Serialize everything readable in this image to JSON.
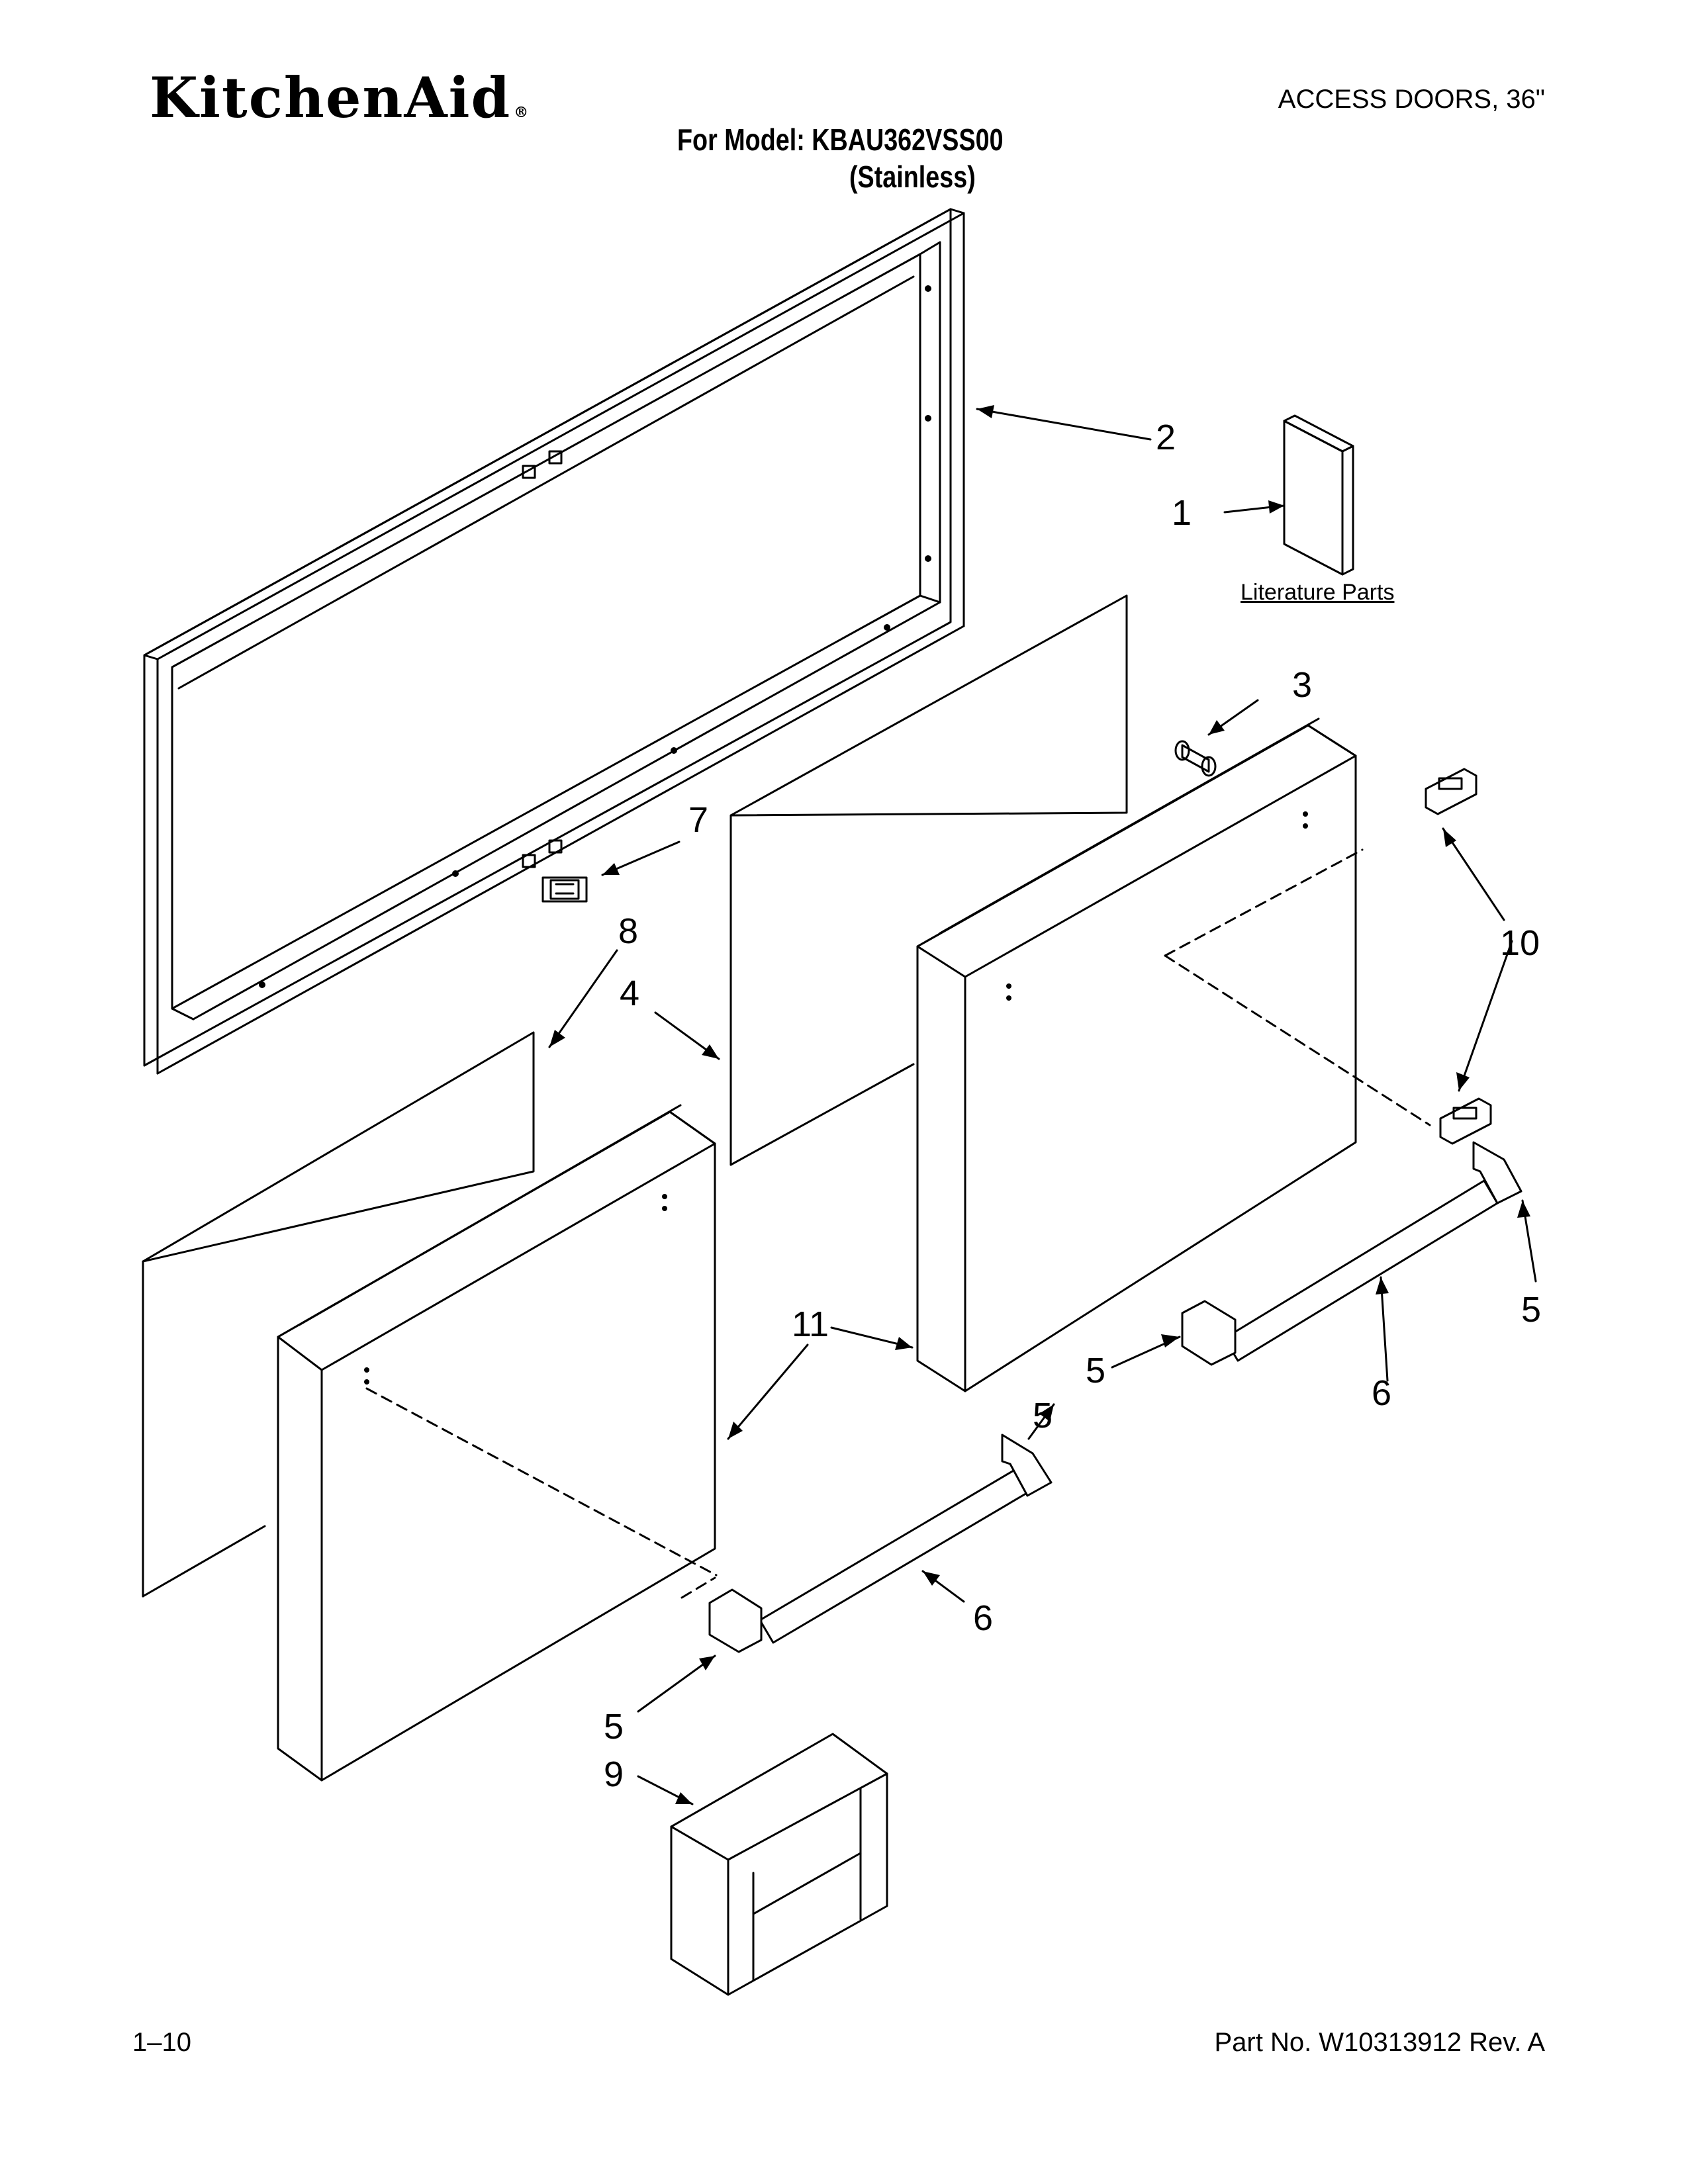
{
  "header": {
    "brand": "KitchenAid",
    "brand_mark": "®",
    "section_title": "ACCESS DOORS, 36\"",
    "model_line": "For Model: KBAU362VSS00",
    "variant": "(Stainless)"
  },
  "literature_label": "Literature Parts",
  "callouts": [
    "2",
    "1",
    "3",
    "7",
    "8",
    "4",
    "10",
    "5",
    "6",
    "11",
    "5",
    "5",
    "6",
    "5",
    "9"
  ],
  "footer": {
    "page": "1–10",
    "part_number": "Part No. W10313912 Rev. A"
  }
}
